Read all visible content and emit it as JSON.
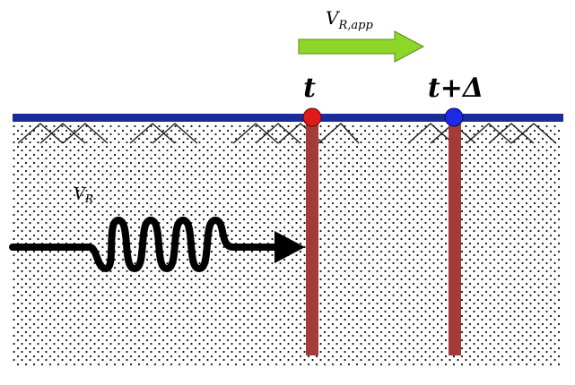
{
  "labels": {
    "apparent_velocity_main": "V",
    "apparent_velocity_sub": "R,app",
    "wave_velocity_main": "V",
    "wave_velocity_sub": "R",
    "time_t": "t",
    "time_t_delta": "t+Δ"
  },
  "colors": {
    "surface_line": "#1b2b9a",
    "pole": "#a43a3a",
    "sensor_t": "#e11b1b",
    "sensor_t_delta": "#1b2ae6",
    "arrow_green": "#8fd62a",
    "wave": "#000000",
    "soil_dots": "#111111",
    "hatch": "#1a1a1a"
  },
  "icons": {
    "apparent_arrow": "right-arrow-icon",
    "wave_arrow": "right-arrow-icon"
  }
}
